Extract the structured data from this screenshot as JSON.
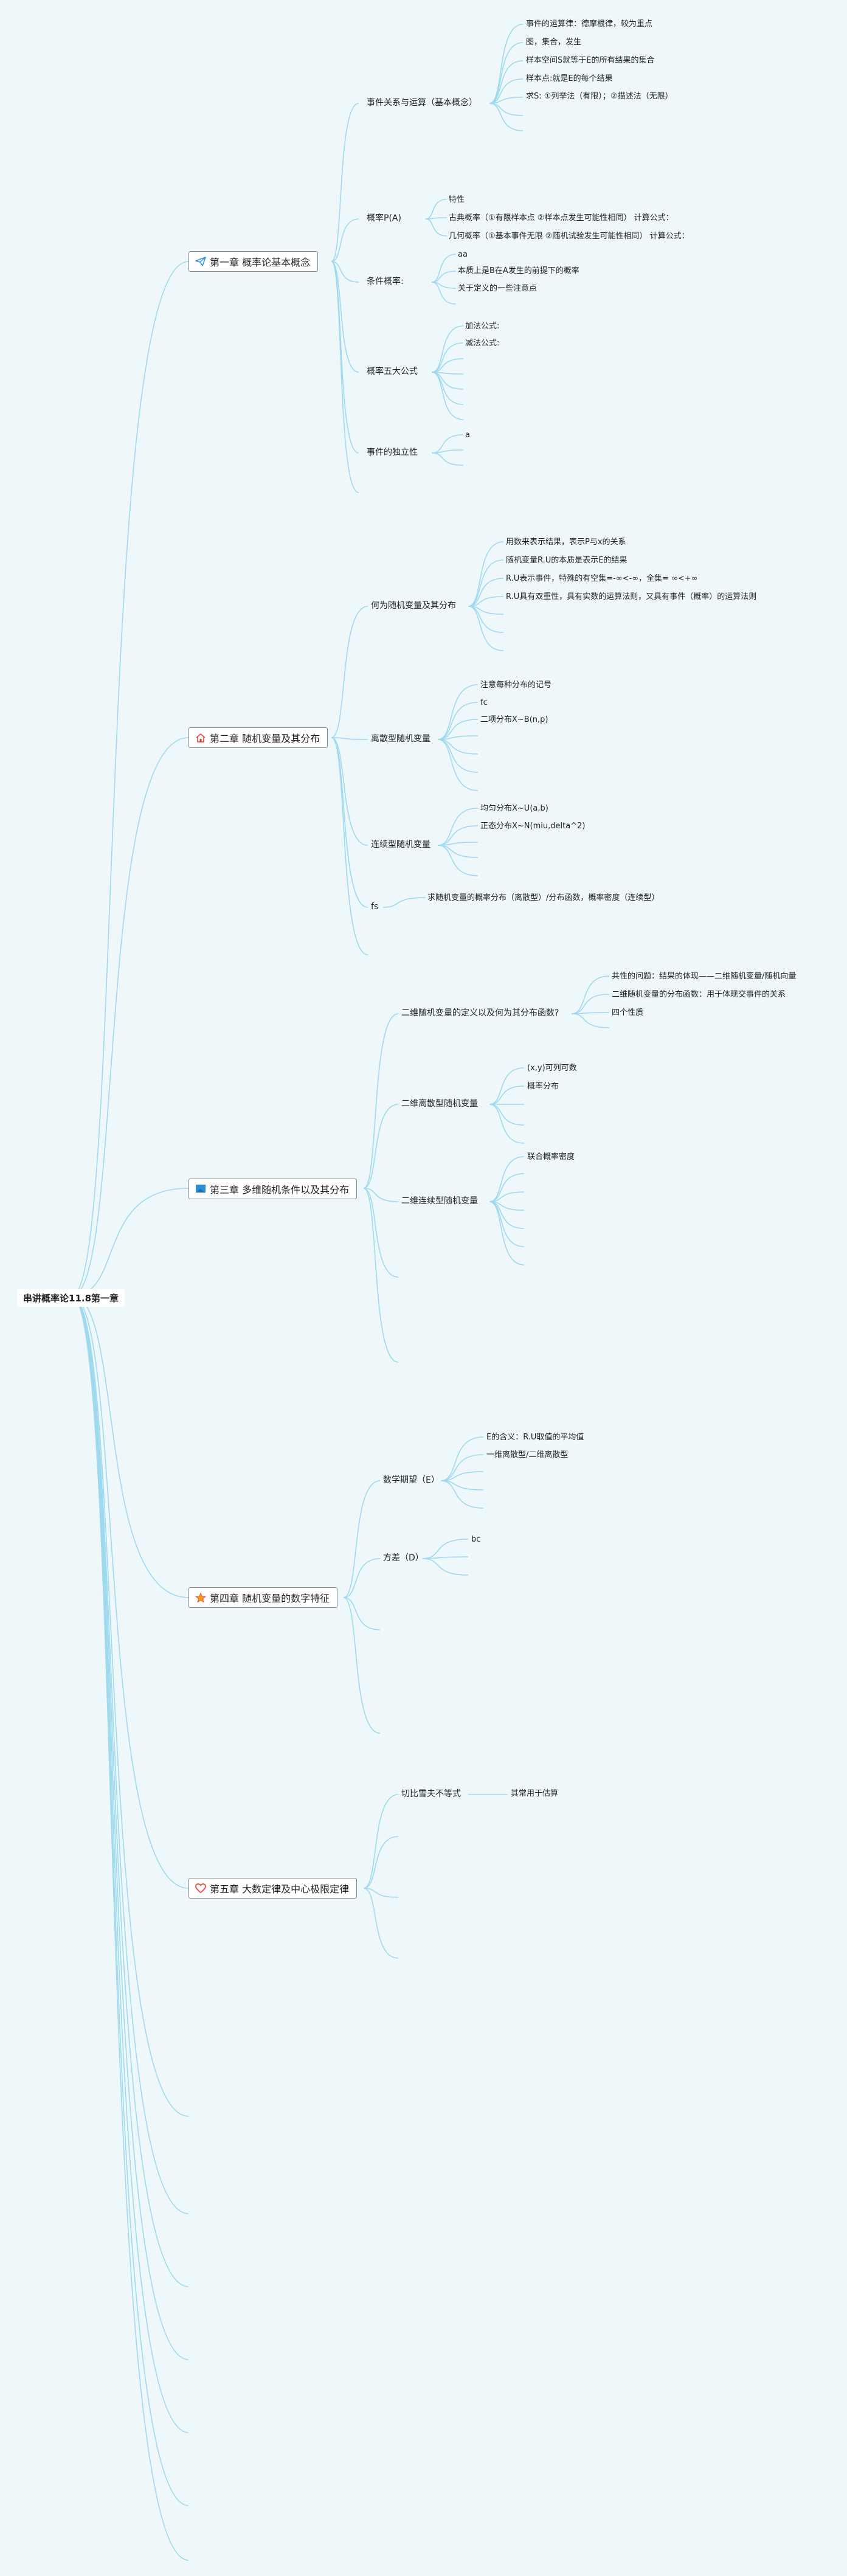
{
  "root": {
    "label": "串讲概率论11.8第一章"
  },
  "chapters": [
    {
      "label": "第一章 概率论基本概念",
      "icon": "paper-plane-icon",
      "sections": [
        {
          "label": "事件关系与运算（基本概念）",
          "items": [
            "事件的运算律：德摩根律，较为重点",
            "图，集合，发生",
            "样本空间S就等于E的所有结果的集合",
            "样本点:就是E的每个结果",
            "求S: ①列举法（有限）；②描述法（无限）"
          ]
        },
        {
          "label": "概率P(A)",
          "items": [
            "特性",
            "古典概率（①有限样本点 ②样本点发生可能性相同）  计算公式：",
            "几何概率（①基本事件无限 ②随机试验发生可能性相同） 计算公式："
          ]
        },
        {
          "label": "条件概率:",
          "items": [
            "aa",
            "本质上是B在A发生的前提下的概率",
            "关于定义的一些注意点"
          ]
        },
        {
          "label": "概率五大公式",
          "items": [
            "加法公式:",
            "减法公式:"
          ]
        },
        {
          "label": "事件的独立性",
          "items": [
            "a"
          ]
        }
      ]
    },
    {
      "label": "第二章 随机变量及其分布",
      "icon": "home-icon",
      "sections": [
        {
          "label": "何为随机变量及其分布",
          "items": [
            "用数来表示结果，表示P与x的关系",
            "随机变量R.U的本质是表示E的结果",
            "R.U表示事件，特殊的有空集=-∞<-∞，全集= ∞<+∞",
            "R.U具有双重性，具有实数的运算法则，又具有事件（概率）的运算法则"
          ]
        },
        {
          "label": "离散型随机变量",
          "items": [
            "注意每种分布的记号",
            "fc",
            "二项分布X~B(n,p)"
          ]
        },
        {
          "label": "连续型随机变量",
          "items": [
            "均匀分布X~U(a,b)",
            "正态分布X~N(miu,delta^2)"
          ]
        },
        {
          "label": "fs",
          "items": [
            "求随机变量的概率分布（离散型）/分布函数，概率密度（连续型）"
          ]
        }
      ]
    },
    {
      "label": "第三章 多维随机条件以及其分布",
      "icon": "flag-icon",
      "sections": [
        {
          "label": "二维随机变量的定义以及何为其分布函数?",
          "items": [
            "共性的问题：结果的体现——二维随机变量/随机向量",
            "二维随机变量的分布函数：用于体现交事件的关系",
            "四个性质"
          ]
        },
        {
          "label": "二维离散型随机变量",
          "items": [
            "(x,y)可列可数",
            "概率分布"
          ]
        },
        {
          "label": "二维连续型随机变量",
          "items": [
            "联合概率密度"
          ]
        }
      ]
    },
    {
      "label": "第四章 随机变量的数字特征",
      "icon": "star-icon",
      "sections": [
        {
          "label": "数学期望（E）",
          "items": [
            "E的含义：R.U取值的平均值",
            "一维离散型/二维离散型"
          ]
        },
        {
          "label": "方差（D）",
          "items": [
            "bc"
          ]
        }
      ]
    },
    {
      "label": "第五章 大数定律及中心极限定律",
      "icon": "heart-icon",
      "sections": [
        {
          "label": "切比雪夫不等式",
          "items": [
            "其常用于估算"
          ]
        }
      ]
    }
  ],
  "colors": {
    "line": "#9fd9ee",
    "background": "#eef8fa",
    "chapter_border": "#7f8c8d",
    "icon_blue": "#2d8fd5",
    "icon_red": "#e8443a",
    "icon_orange": "#f39c12"
  }
}
